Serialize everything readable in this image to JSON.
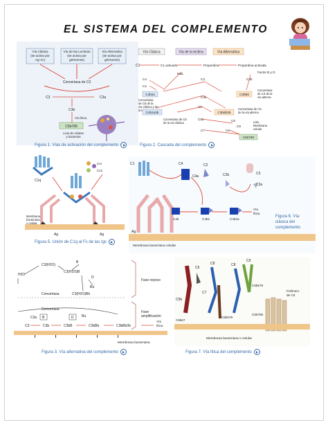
{
  "title": "EL SISTEMA DEL COMPLEMENTO",
  "fig1": {
    "caption": "Figura 1. Vías de activación del complemento",
    "box1": [
      "Vía Clásica",
      "(se activa por",
      "Ag-Ac)"
    ],
    "box2": [
      "Vía de las Lectinas",
      "(se activa por",
      "gérmenes)"
    ],
    "box3": [
      "Vía Alternativa",
      "(se activa por",
      "gérmenes)"
    ],
    "convertasa": "Convertasa de C3",
    "c3": "C3",
    "c3a": "C3a",
    "c3b": "C3b",
    "via_litica": "Vía lítica",
    "c5b789": "C5b789",
    "lisis": [
      "Lisis de células",
      "y bacterias"
    ]
  },
  "fig2": {
    "caption": "Figura 2. Cascada del complemento",
    "h1": "Vía Clásica",
    "h2": "Vía de la lectina",
    "h3": "Vía Alternativa",
    "c1": "C1",
    "c1act": "C1 activado",
    "properdina": "Properdina",
    "properdina_act": "Properdina activada",
    "factor_bd": "Factor B y D",
    "mbl": "MBL",
    "c4": "C4",
    "c2": "C2",
    "c3": "C3",
    "c3b": "C3b",
    "c4b2a": "C4b2a",
    "c4b2a3b": "C4b2a3b",
    "c3bbb": "C3bBb",
    "c3bbb3b": "C3bBb3b",
    "conv_c3_alt": [
      "Convertasa",
      "de C3 de la",
      "vía alterna"
    ],
    "conv_c3_clas": [
      "Convertasa",
      "de C5 de la",
      "vía clásica y de",
      "la lectina"
    ],
    "conv_c5_alt": [
      "Convertasa de C5",
      "de la vía alterna"
    ],
    "conv_c5_clas": [
      "Convertasa de C5",
      "de la vía clásica"
    ],
    "c5": "C5",
    "c5b": "C5b",
    "c6": "C6",
    "c7": "C7",
    "c8": "C8",
    "c9": "C9",
    "lisis_membrana": [
      "Lisis",
      "Membrana",
      "celular"
    ],
    "c56789": "C56789"
  },
  "fig5": {
    "caption": "Figura 5. Unión de C1q al Fc de las Igs",
    "c1q": "C1q",
    "c1r": "C1r",
    "c1s": "C1s",
    "membrana": [
      "Membrana",
      "bacteriana",
      "o celular"
    ],
    "ag": "Ag"
  },
  "fig6": {
    "caption": [
      "Figura 6. Vía",
      "clásica del",
      "complemento"
    ],
    "c1": "C1",
    "c4": "C4",
    "c4a": "C4a",
    "c2": "C2",
    "c2b": "C2b",
    "c3": "C3",
    "c3a": "C3a",
    "c4b": "C4b",
    "c4b2": "C4b2",
    "c4b2a": "C4b2a",
    "via_litica": [
      "Vía",
      "lítica"
    ],
    "ag": "Ag",
    "membrana": "Membrana bacteriana celular"
  },
  "fig3": {
    "caption": "Figura 3. Vía alternativa del complemento",
    "h2o": "H2O",
    "c3h2o": "C3(H2O)",
    "c3h2ob": "C3(H2O)B",
    "b": "B",
    "d": "D",
    "ba": "Ba",
    "c3h2obb": "C3(H2O)Bb",
    "convertasa": "Convertasa",
    "fase_reposo": "Fase reposo",
    "fase_amplificacion": [
      "Fase",
      "amplificación"
    ],
    "c3": "C3",
    "c3a": "C3a",
    "c3b": "C3b",
    "c3bb": "C3bB",
    "c3bbb": "C3bBb",
    "c3bbb3b": "C3bBb3b",
    "via_litica": [
      "Vía",
      "lítica"
    ],
    "membrana": "Membrana bacteriana"
  },
  "fig7": {
    "caption": "Figura 7. Vía lítica del complemento",
    "c5b67": "C5b67",
    "c5b678": "C5b678",
    "c56789": "C56789",
    "polimero": [
      "Polímero",
      "de C9"
    ],
    "membrana": "Membrana bacteriana o celular",
    "c5b": "C5b",
    "c6": "C6",
    "c7": "C7",
    "c8": "C8",
    "c9": "C9"
  },
  "colors": {
    "bg_box": "#e6eef8",
    "orange_box": "#fbe4c9",
    "purple_box": "#e7dff1",
    "red_arrow": "#d94b3a",
    "dark_blue": "#1a3fb0",
    "membrane": "#f0c58a",
    "caption": "#3468a8"
  }
}
